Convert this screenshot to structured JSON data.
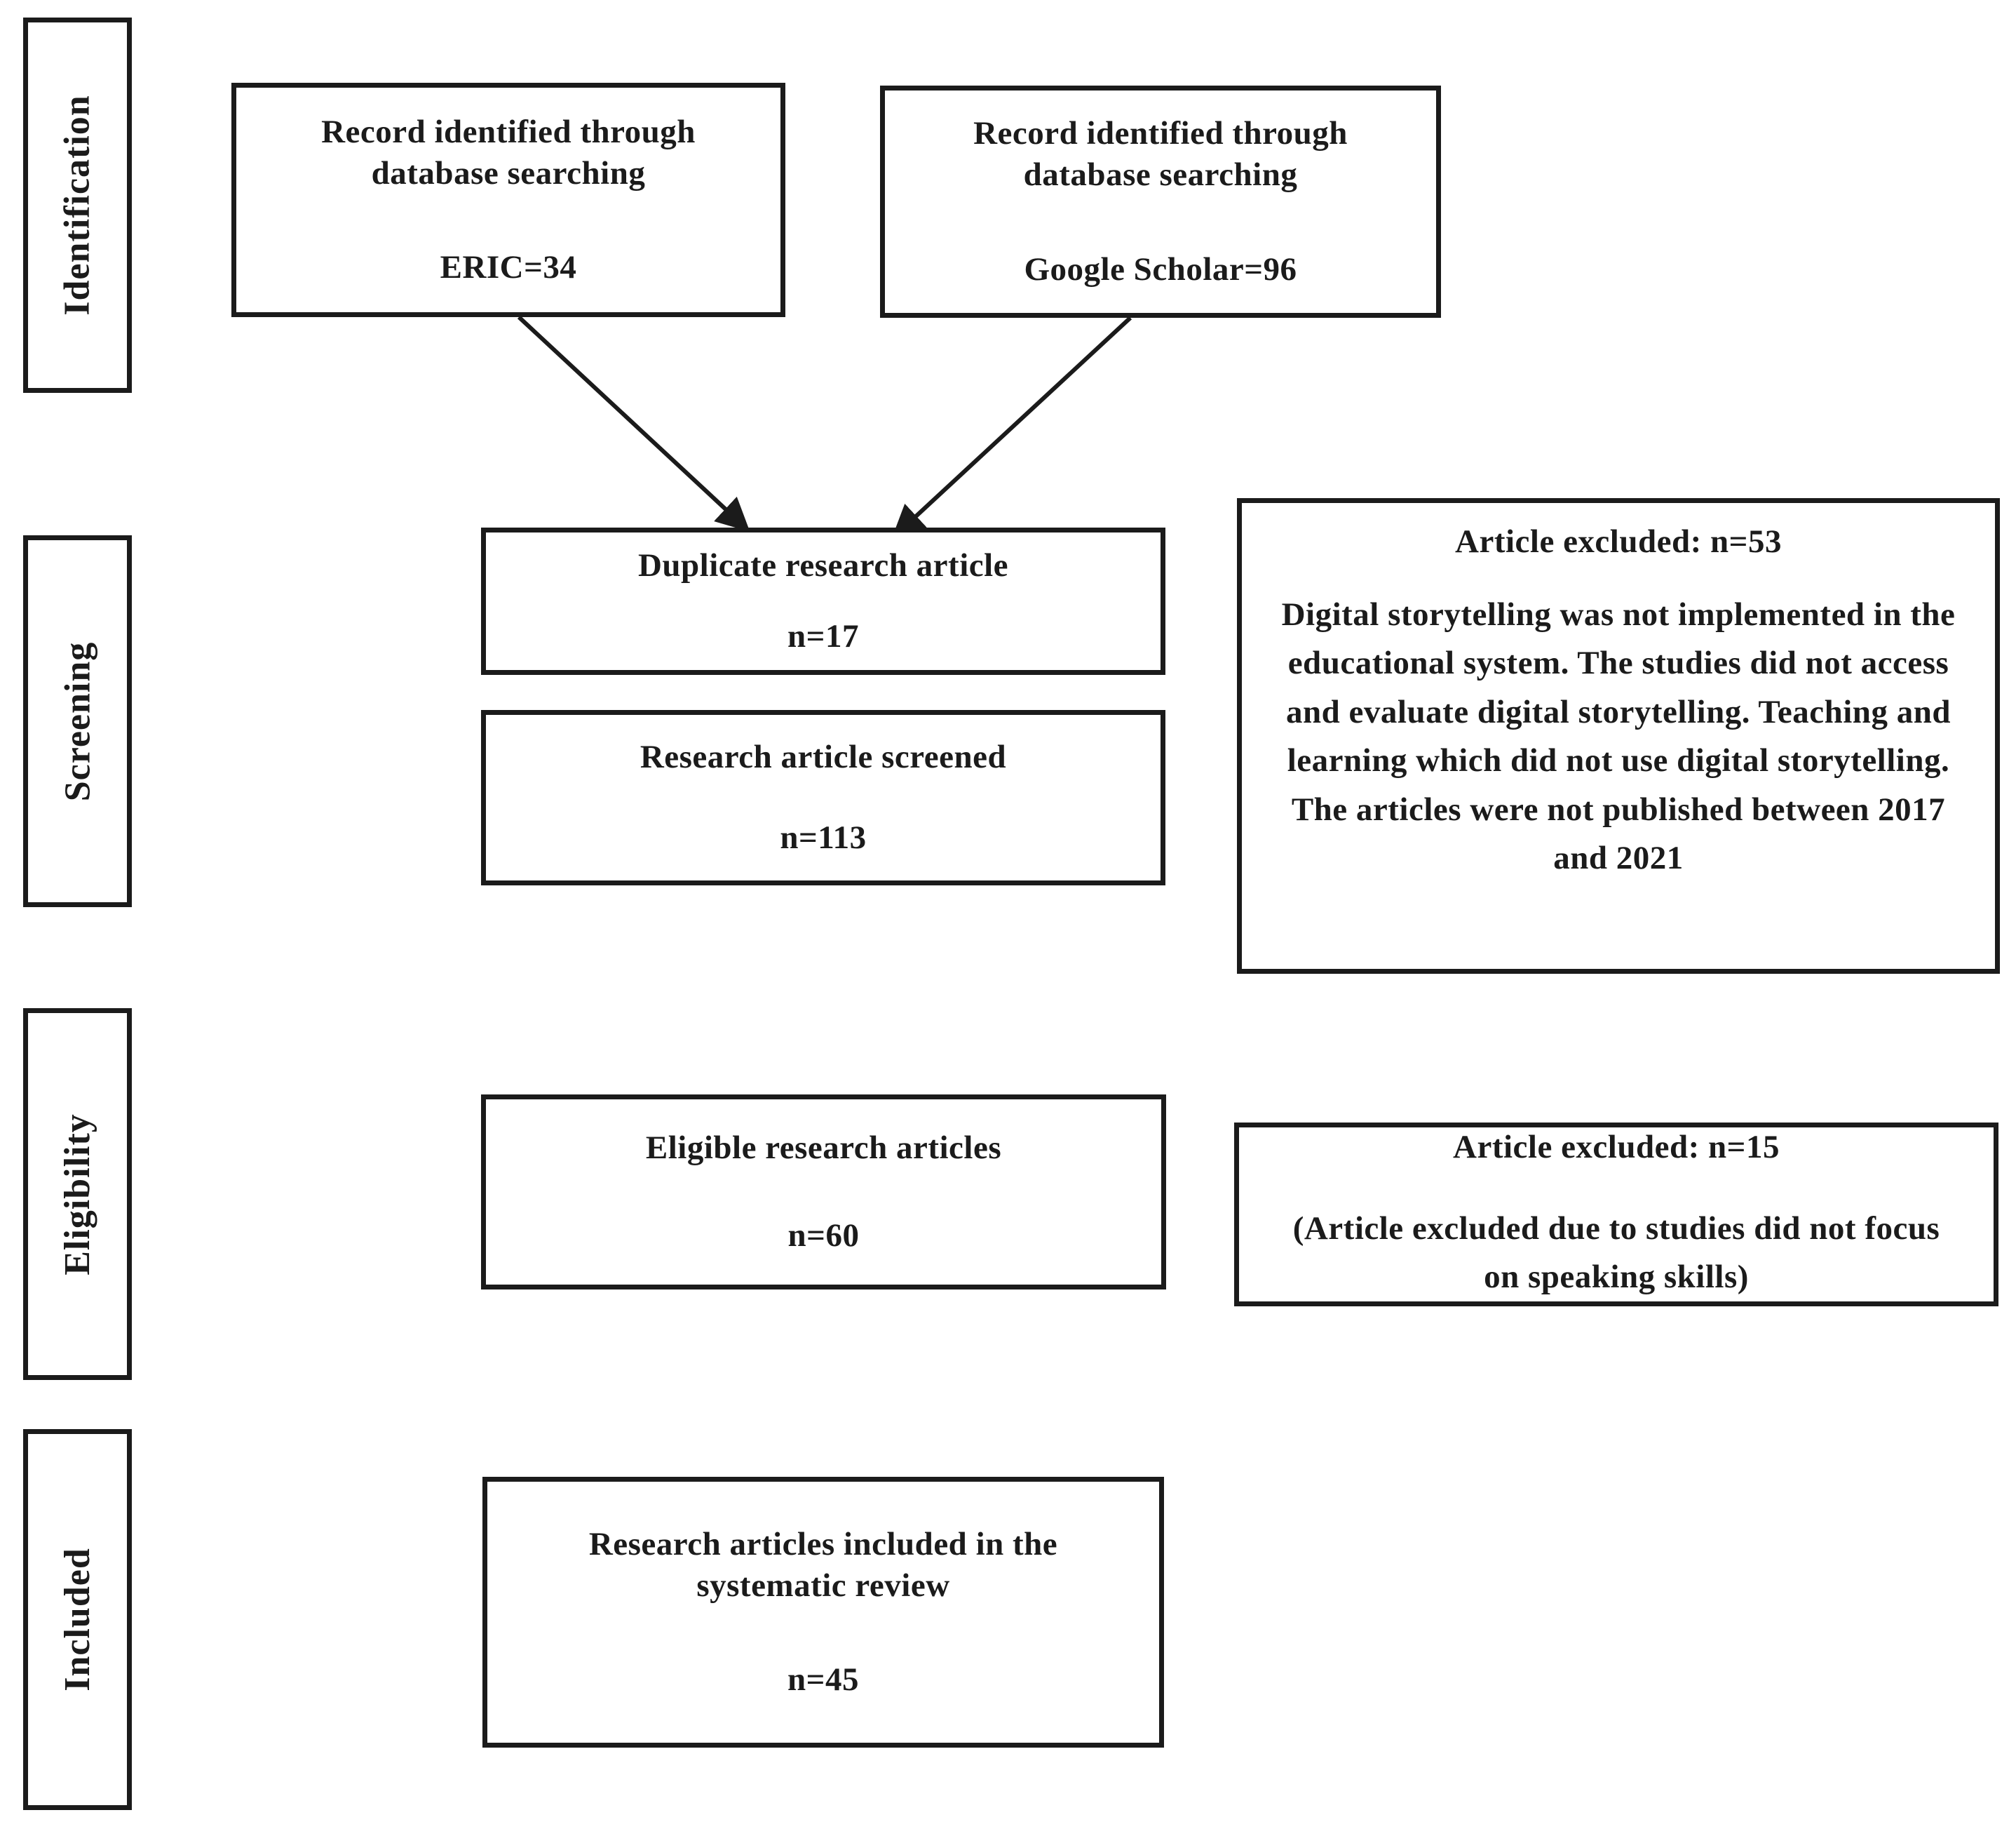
{
  "diagram": {
    "stages": [
      {
        "label": "Identification"
      },
      {
        "label": "Screening"
      },
      {
        "label": "Eligibility"
      },
      {
        "label": "Included"
      }
    ],
    "boxes": {
      "eric": {
        "title": "Record identified through database searching",
        "count": "ERIC=34"
      },
      "google": {
        "title": "Record identified through database searching",
        "count": "Google Scholar=96"
      },
      "duplicate": {
        "title": "Duplicate research article",
        "count": "n=17"
      },
      "screened": {
        "title": "Research article screened",
        "count": "n=113"
      },
      "excluded53": {
        "title": "Article excluded: n=53",
        "body": "Digital storytelling was not implemented in the educational system. The studies did not access and evaluate digital storytelling. Teaching and learning which did not use digital storytelling. The articles were not published between 2017 and 2021"
      },
      "eligible": {
        "title": "Eligible research articles",
        "count": "n=60"
      },
      "excluded15": {
        "title": "Article excluded: n=15",
        "body": "(Article excluded due to studies did not focus on speaking skills)"
      },
      "included": {
        "title": "Research articles included in the systematic review",
        "count": "n=45"
      }
    },
    "colors": {
      "stroke": "#1b1b1b",
      "background": "#ffffff"
    }
  }
}
